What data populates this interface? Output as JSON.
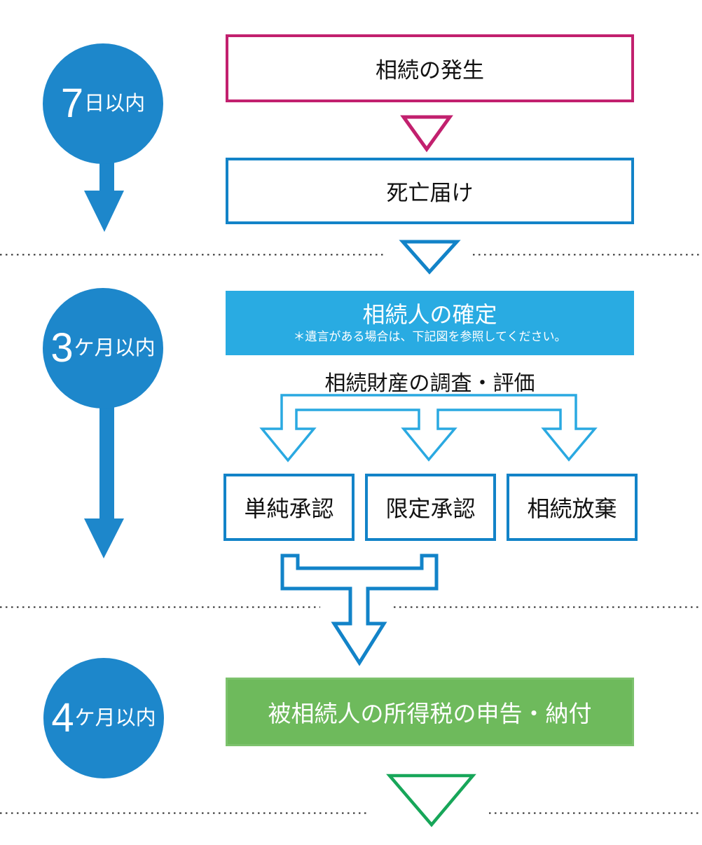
{
  "palette": {
    "timeline_blue": "#1d87cb",
    "box_border_blue": "#1283c8",
    "branch_arrow_blue": "#2aa9e1",
    "header_fill_blue": "#29abe2",
    "accent_pink": "#c2206e",
    "green_fill": "#6eba5c",
    "green_stroke": "#17a659",
    "text_dark": "#111111",
    "dotted_line": "#2b2b2b"
  },
  "timeline": {
    "circles": [
      {
        "number": "7",
        "unit": "日以内"
      },
      {
        "number": "3",
        "unit": "ケ月以内"
      },
      {
        "number": "4",
        "unit": "ケ月以内"
      }
    ]
  },
  "steps": {
    "start": "相続の発生",
    "death_report": "死亡届け",
    "heirs_title": "相続人の確定",
    "heirs_note": "＊遺言がある場合は、下記図を参照してください。",
    "survey": "相続財産の調査・評価",
    "options": [
      "単純承認",
      "限定承認",
      "相続放棄"
    ],
    "income_tax": "被相続人の所得税の申告・納付"
  }
}
